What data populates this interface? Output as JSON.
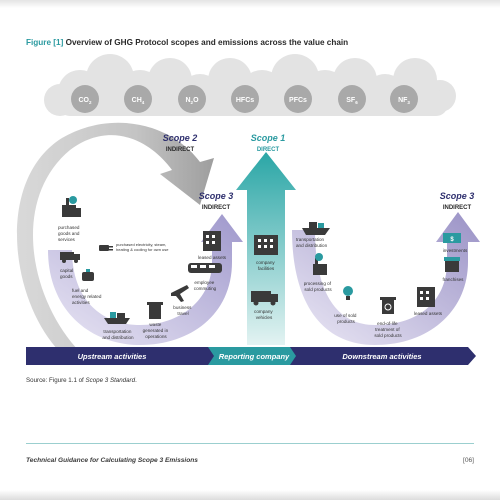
{
  "figure": {
    "label": "Figure [1]",
    "title": "Overview of GHG Protocol scopes and emissions across the value chain"
  },
  "gases": [
    {
      "base": "CO",
      "sub": "2"
    },
    {
      "base": "CH",
      "sub": "4"
    },
    {
      "base": "N",
      "sub": "2",
      "tail": "O"
    },
    {
      "base": "HFCs",
      "sub": ""
    },
    {
      "base": "PFCs",
      "sub": ""
    },
    {
      "base": "SF",
      "sub": "6"
    },
    {
      "base": "NF",
      "sub": "3"
    }
  ],
  "scopes": {
    "scope2": {
      "title": "Scope 2",
      "subtitle": "INDIRECT"
    },
    "scope1": {
      "title": "Scope 1",
      "subtitle": "DIRECT"
    },
    "scope3_upstream": {
      "title": "Scope 3",
      "subtitle": "INDIRECT"
    },
    "scope3_downstream": {
      "title": "Scope 3",
      "subtitle": "INDIRECT"
    }
  },
  "upstream_items": {
    "purchased_goods": [
      "purchased",
      "goods and",
      "services"
    ],
    "capital_goods": [
      "capital",
      "goods"
    ],
    "fuel_energy": [
      "fuel and",
      "energy related",
      "activities"
    ],
    "transport_up": [
      "transportation",
      "and distribution"
    ],
    "waste": [
      "waste",
      "generated in",
      "operations"
    ],
    "business_travel": [
      "business",
      "travel"
    ],
    "employee_commuting": [
      "employee",
      "commuting"
    ],
    "leased_assets_up": [
      "leased assets"
    ],
    "purchased_electricity": [
      "purchased electricity, steam,",
      "heating & cooling for own use"
    ]
  },
  "company_items": {
    "facilities": [
      "company",
      "facilities"
    ],
    "vehicles": [
      "company",
      "vehicles"
    ]
  },
  "downstream_items": {
    "transport_down": [
      "transportation",
      "and distribution"
    ],
    "processing": [
      "processing of",
      "sold products"
    ],
    "use": [
      "use of sold",
      "products"
    ],
    "end_of_life": [
      "end-of-life",
      "treatment of",
      "sold products"
    ],
    "leased_assets_down": [
      "leased assets"
    ],
    "franchises": [
      "franchises"
    ],
    "investments": [
      "investments"
    ]
  },
  "bands": {
    "upstream": "Upstream activities",
    "reporting": "Reporting company",
    "downstream": "Downstream activities"
  },
  "source": {
    "prefix": "Source: Figure 1.1 of ",
    "doc": "Scope 3 Standard",
    "suffix": "."
  },
  "footer": {
    "text": "Technical Guidance for Calculating Scope 3 Emissions",
    "page": "[06]"
  },
  "colors": {
    "teal": "#2a9aa0",
    "navy": "#2e2f6e",
    "purple": "#9a92c6",
    "lavender": "#d8d4ea",
    "grey_arrow": "#b5b5b5",
    "cloud": "#dedede",
    "gas_bubble": "#a8a8a8"
  }
}
